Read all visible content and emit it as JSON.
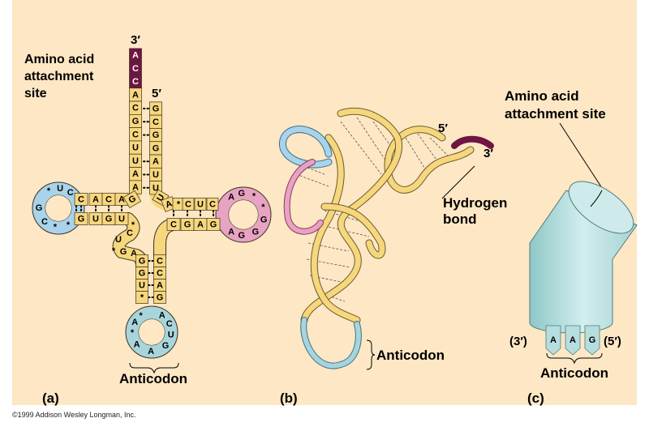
{
  "colors": {
    "background": "#fde7c4",
    "stem": "#f7d77d",
    "d_loop": "#a9d3ea",
    "t_loop": "#e8a2c2",
    "anticodon": "#a8d5dc",
    "acc_end": "#6e1543",
    "cylinder": "#b7dede"
  },
  "panel_a": {
    "label": "(a)",
    "three_prime": "3′",
    "five_prime": "5′",
    "attachment_label": [
      "Amino acid",
      "attachment",
      "site"
    ],
    "acceptor_3prime_strand": [
      "A",
      "C",
      "C",
      "A",
      "C",
      "G",
      "C",
      "U",
      "U",
      "A",
      "A"
    ],
    "acceptor_5prime_strand": [
      "G",
      "C",
      "G",
      "G",
      "A",
      "U",
      "U"
    ],
    "d_stem_top": [
      "C",
      "A",
      "C",
      "A",
      "G"
    ],
    "d_stem_bottom": [
      "G",
      "U",
      "G",
      "U"
    ],
    "d_loop": [
      "C",
      "U",
      "*",
      "G",
      "C",
      "*",
      "*"
    ],
    "variable_region": [
      "*",
      "C",
      "U",
      "*",
      "G",
      "A"
    ],
    "t_stem_top": [
      "U",
      "A",
      "*",
      "C",
      "U",
      "C"
    ],
    "t_stem_bottom": [
      "C",
      "G",
      "A",
      "G"
    ],
    "t_loop": [
      "A",
      "G",
      "*",
      "*",
      "G",
      "G",
      "G",
      "A"
    ],
    "anticodon_stem_left": [
      "G",
      "G",
      "U",
      "*"
    ],
    "anticodon_stem_right": [
      "C",
      "C",
      "A",
      "G"
    ],
    "anticodon_loop": [
      "*",
      "A",
      "*",
      "A",
      "A",
      "G",
      "U",
      "C",
      "A"
    ],
    "anticodon_label": "Anticodon"
  },
  "panel_b": {
    "label": "(b)",
    "five_prime": "5′",
    "three_prime": "3′",
    "hydrogen_bond_label": [
      "Hydrogen",
      "bond"
    ],
    "anticodon_label": "Anticodon"
  },
  "panel_c": {
    "label": "(c)",
    "attachment_label": [
      "Amino acid",
      "attachment site"
    ],
    "three_prime": "(3′)",
    "five_prime": "(5′)",
    "anticodon_bases": [
      "A",
      "A",
      "G"
    ],
    "anticodon_label": "Anticodon"
  },
  "footer": "©1999 Addison Wesley Longman, Inc."
}
